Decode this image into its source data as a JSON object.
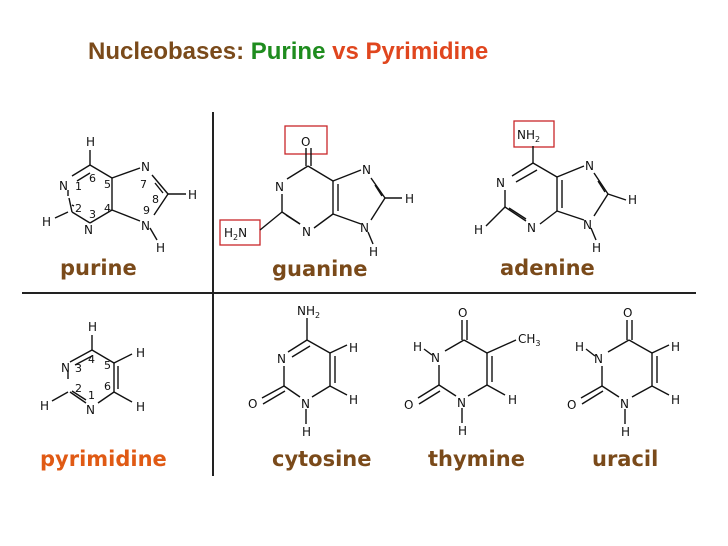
{
  "title": {
    "part1": "Nucleobases:",
    "part2": "Purine",
    "part3": "vs",
    "part4": "Pyrimidine"
  },
  "labels": {
    "purine": "purine",
    "guanine": "guanine",
    "adenine": "adenine",
    "pyrimidine": "pyrimidine",
    "cytosine": "cytosine",
    "thymine": "thymine",
    "uracil": "uracil"
  },
  "atoms": {
    "N": "N",
    "H": "H",
    "O": "O",
    "NH2": "NH",
    "H2N": "H",
    "CH3": "CH",
    "sub2": "2",
    "sub3": "3"
  },
  "purine_numbers": [
    "1",
    "2",
    "3",
    "4",
    "5",
    "6",
    "7",
    "8",
    "9"
  ],
  "pyrimidine_numbers": [
    "1",
    "2",
    "3",
    "4",
    "5",
    "6"
  ],
  "colors": {
    "highlight": "#c8262a",
    "title_brown": "#7a4a1a",
    "title_green": "#1e8c1e",
    "title_red": "#e0461e",
    "label_orange": "#e05a14"
  }
}
